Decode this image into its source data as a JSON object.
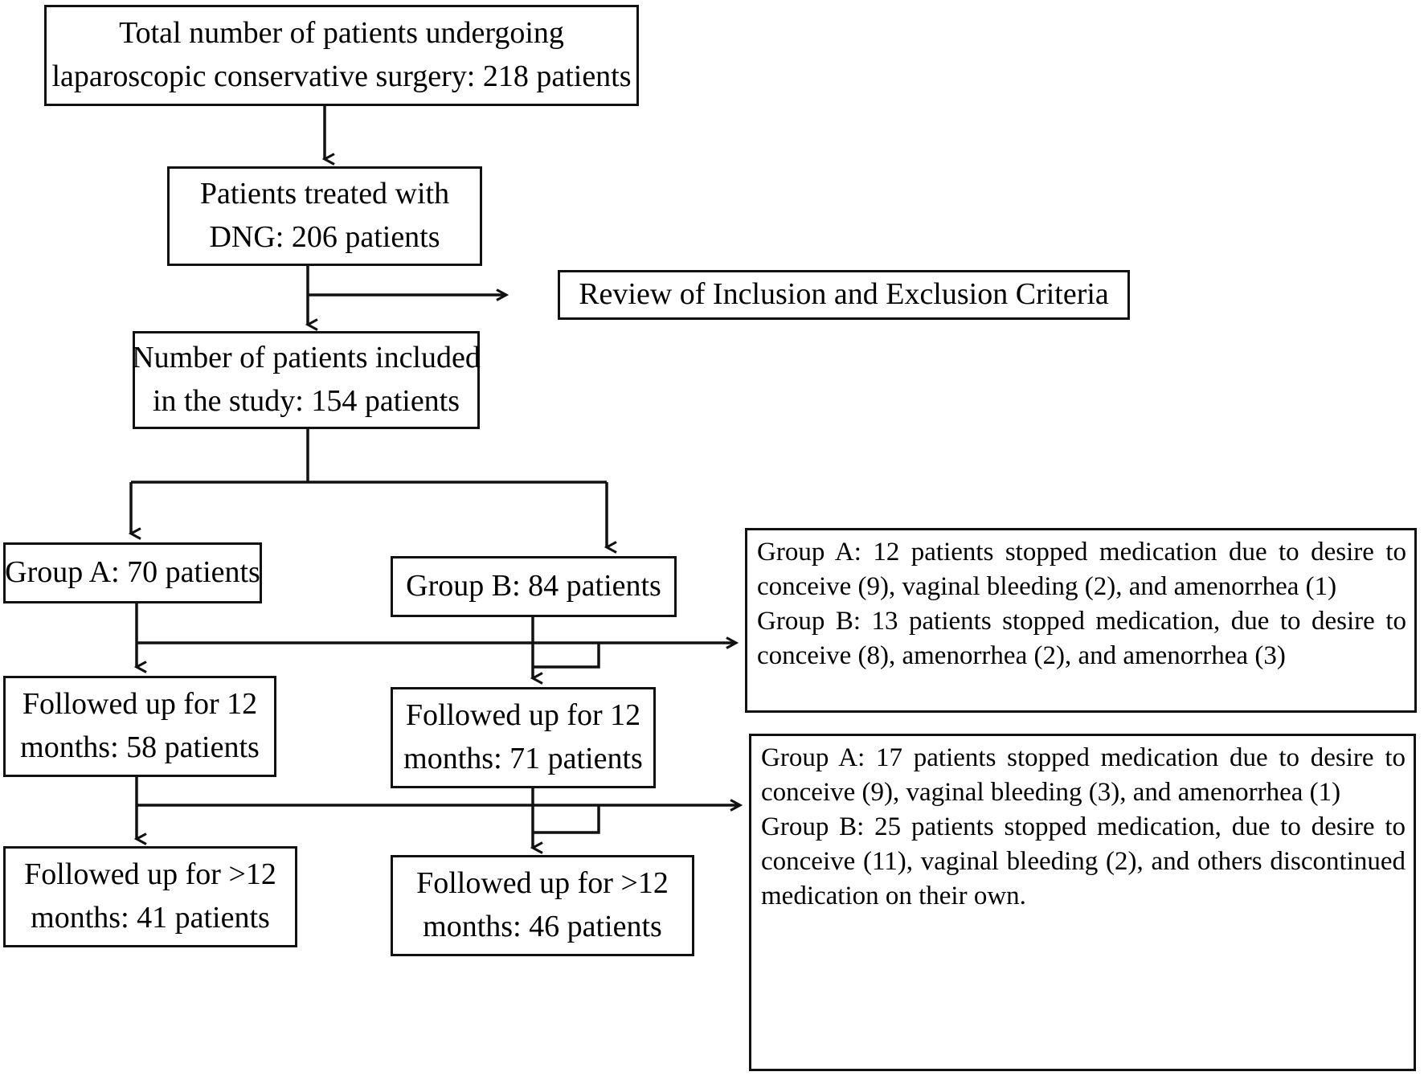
{
  "diagram": {
    "type": "flowchart",
    "title": "Patient enrollment and follow-up flow diagram",
    "line_color": "#111111",
    "background_color": "#ffffff",
    "nodes": {
      "total": {
        "name": "total-patients-box",
        "lines": [
          "Total number of patients undergoing",
          "laparoscopic conservative surgery: 218 patients"
        ],
        "count": 218
      },
      "dng": {
        "name": "dng-treated-box",
        "lines": [
          "Patients treated with",
          "DNG: 206 patients"
        ],
        "count": 206
      },
      "review": {
        "name": "review-criteria-box",
        "lines": [
          "Review of Inclusion and Exclusion Criteria"
        ]
      },
      "included": {
        "name": "included-patients-box",
        "lines": [
          "Number of patients included",
          "in the study: 154 patients"
        ],
        "count": 154
      },
      "group_a": {
        "name": "group-a-box",
        "lines": [
          "Group A: 70 patients"
        ],
        "count": 70
      },
      "group_b": {
        "name": "group-b-box",
        "lines": [
          "Group B: 84 patients"
        ],
        "count": 84
      },
      "followup_a_12": {
        "name": "followup-a-12-months-box",
        "lines": [
          "Followed up for 12",
          "months: 58 patients"
        ],
        "count": 58
      },
      "followup_b_12": {
        "name": "followup-b-12-months-box",
        "lines": [
          "Followed up for 12",
          "months: 71 patients"
        ],
        "count": 71
      },
      "followup_a_gt12": {
        "name": "followup-a-over-12-months-box",
        "lines": [
          "Followed up for >12",
          "months: 41 patients"
        ],
        "count": 41
      },
      "followup_b_gt12": {
        "name": "followup-b-over-12-months-box",
        "lines": [
          "Followed up for >12",
          "months: 46 patients"
        ],
        "count": 46
      }
    },
    "notes": {
      "dropout_12mo": {
        "name": "dropout-note-12-months",
        "paragraphs": [
          "Group A: 12 patients stopped medication due to desire to conceive (9), vaginal bleeding (2), and amenorrhea (1)",
          "Group B: 13 patients stopped medication, due to desire to conceive (8), amenorrhea (2), and amenorrhea (3)"
        ]
      },
      "dropout_gt12mo": {
        "name": "dropout-note-over-12-months",
        "paragraphs": [
          "Group A: 17 patients stopped medication due to desire to conceive (9), vaginal bleeding (3), and amenorrhea (1)",
          "Group B: 25 patients stopped medication, due to desire to conceive (11), vaginal bleeding (2), and others discontinued medication on their own."
        ]
      }
    }
  }
}
